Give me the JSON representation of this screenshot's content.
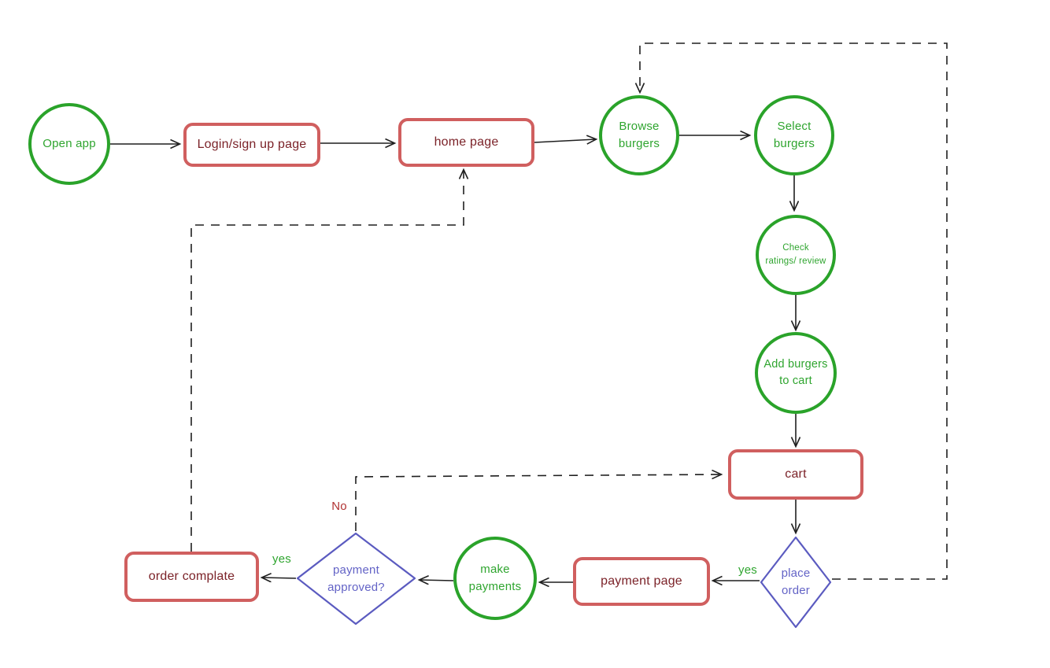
{
  "diagram": {
    "nodes": {
      "open_app": {
        "label": "Open app",
        "shape": "circle"
      },
      "login_page": {
        "label": "Login/sign up page",
        "shape": "rect"
      },
      "home_page": {
        "label": "home page",
        "shape": "rect"
      },
      "browse_burgers": {
        "label": "Browse\nburgers",
        "shape": "circle"
      },
      "select_burgers": {
        "label": "Select\nburgers",
        "shape": "circle"
      },
      "check_ratings": {
        "label": "Check\nratings/ review",
        "shape": "circle"
      },
      "add_to_cart": {
        "label": "Add burgers\nto cart",
        "shape": "circle"
      },
      "cart": {
        "label": "cart",
        "shape": "rect"
      },
      "place_order": {
        "label": "place\norder",
        "shape": "diamond"
      },
      "payment_page": {
        "label": "payment page",
        "shape": "rect"
      },
      "make_payments": {
        "label": "make\npayments",
        "shape": "circle"
      },
      "payment_approved": {
        "label": "payment\napproved?",
        "shape": "diamond"
      },
      "order_complete": {
        "label": "order complate",
        "shape": "rect"
      }
    },
    "edge_labels": {
      "place_order_yes": "yes",
      "payment_approved_yes": "yes",
      "payment_approved_no": "No"
    },
    "edges": [
      {
        "from": "open_app",
        "to": "login_page",
        "style": "solid"
      },
      {
        "from": "login_page",
        "to": "home_page",
        "style": "solid"
      },
      {
        "from": "home_page",
        "to": "browse_burgers",
        "style": "solid"
      },
      {
        "from": "browse_burgers",
        "to": "select_burgers",
        "style": "solid"
      },
      {
        "from": "select_burgers",
        "to": "check_ratings",
        "style": "solid"
      },
      {
        "from": "check_ratings",
        "to": "add_to_cart",
        "style": "solid"
      },
      {
        "from": "add_to_cart",
        "to": "cart",
        "style": "solid"
      },
      {
        "from": "cart",
        "to": "place_order",
        "style": "solid"
      },
      {
        "from": "place_order",
        "to": "payment_page",
        "style": "solid",
        "label": "yes"
      },
      {
        "from": "payment_page",
        "to": "make_payments",
        "style": "solid"
      },
      {
        "from": "make_payments",
        "to": "payment_approved",
        "style": "solid"
      },
      {
        "from": "payment_approved",
        "to": "order_complete",
        "style": "solid",
        "label": "yes"
      },
      {
        "from": "place_order",
        "to": "browse_burgers",
        "style": "dashed"
      },
      {
        "from": "order_complete",
        "to": "home_page",
        "style": "dashed"
      },
      {
        "from": "payment_approved",
        "to": "cart",
        "style": "dashed",
        "label": "No"
      }
    ],
    "colors": {
      "circle_green_border": "#2aa32a",
      "circle_green_text": "#2fa52f",
      "rect_red_border": "#d05f5f",
      "rect_maroon_text": "#7b2228",
      "diamond_indigo": "#5b5bc0",
      "label_yes_green": "#2fa52f",
      "label_no_red": "#b03131",
      "connector_black": "#1f1f1f",
      "background": "#ffffff"
    }
  }
}
